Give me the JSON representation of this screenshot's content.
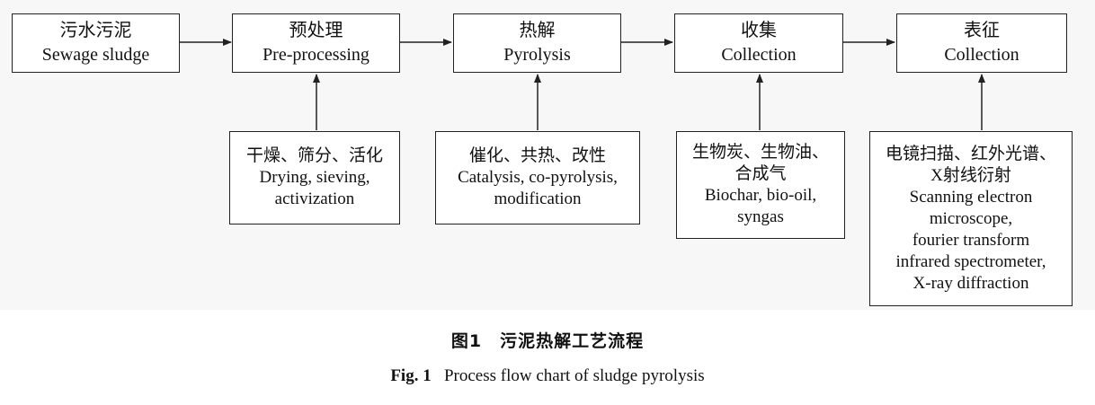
{
  "steps": [
    {
      "cn": "污水污泥",
      "en": "Sewage sludge"
    },
    {
      "cn": "预处理",
      "en": "Pre-processing"
    },
    {
      "cn": "热解",
      "en": "Pyrolysis"
    },
    {
      "cn": "收集",
      "en": "Collection"
    },
    {
      "cn": "表征",
      "en": "Collection"
    }
  ],
  "details": [
    {
      "lines": [
        "干燥、筛分、活化",
        "Drying, sieving,",
        "activization"
      ]
    },
    {
      "lines": [
        "催化、共热、改性",
        "Catalysis, co-pyrolysis,",
        "modification"
      ]
    },
    {
      "lines": [
        "生物炭、生物油、",
        "合成气",
        "Biochar, bio-oil,",
        "syngas"
      ]
    },
    {
      "lines": [
        "电镜扫描、红外光谱、",
        "X射线衍射",
        "Scanning electron",
        "microscope,",
        "fourier transform",
        "infrared spectrometer,",
        "X-ray diffraction"
      ]
    }
  ],
  "caption": {
    "cn": "图1　污泥热解工艺流程",
    "en_label": "Fig. 1",
    "en_text": "Process flow chart of sludge pyrolysis"
  }
}
